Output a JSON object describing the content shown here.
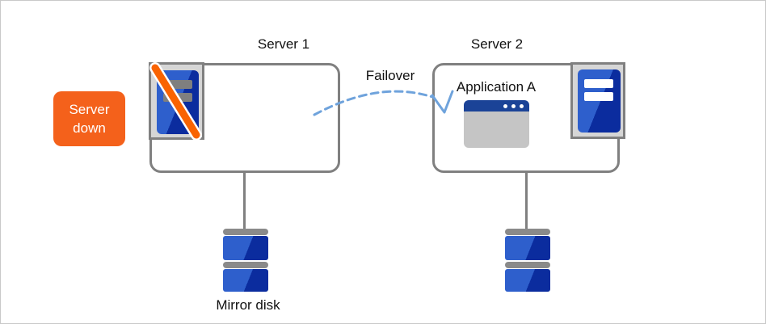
{
  "diagram": {
    "server1": {
      "title": "Server 1",
      "status_badge": "Server down"
    },
    "server2": {
      "title": "Server 2",
      "application_label": "Application A"
    },
    "failover_label": "Failover",
    "mirror_disk_label": "Mirror disk",
    "icons": {
      "server1_icon": "server-disabled-icon (blue server chip with orange slash)",
      "server2_icon": "server-active-icon (blue server chip, white bars)",
      "application_icon": "application-window-icon",
      "disk_icon": "mirror-disk-icon (stacked platters)",
      "arrow_icon": "failover-dashed-curved-arrow"
    },
    "colors": {
      "status_orange": "#F4611B",
      "slash_orange": "#F96302",
      "server_blue_light": "#2E5FCC",
      "server_blue_dark": "#0B2C9E",
      "window_titlebar_blue": "#1B4397",
      "window_body_gray": "#C5C5C5",
      "frame_gray": "#D6D6D6",
      "outline_gray": "#808080",
      "disk_cap_gray": "#8A8A8A",
      "arrow_blue": "#6FA3DC",
      "canvas_border": "#C9C9C9"
    }
  }
}
